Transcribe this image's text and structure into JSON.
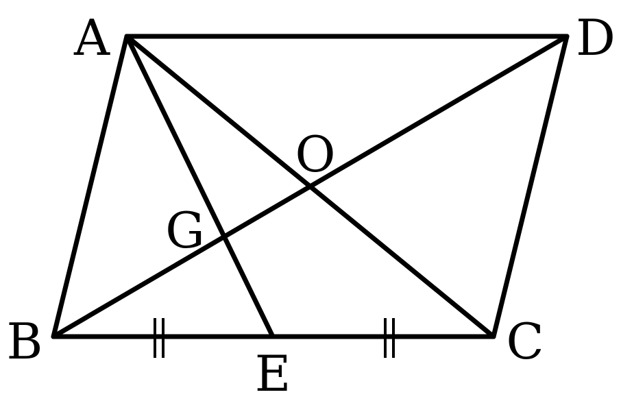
{
  "diagram": {
    "points": {
      "A": "A",
      "B": "B",
      "C": "C",
      "D": "D",
      "E": "E",
      "G": "G",
      "O": "O"
    },
    "segments": [
      "AD",
      "BC",
      "AB",
      "DC",
      "AC",
      "BD",
      "AE"
    ],
    "equal_marks": [
      "BE",
      "EC"
    ],
    "stroke_color": "#000000"
  }
}
